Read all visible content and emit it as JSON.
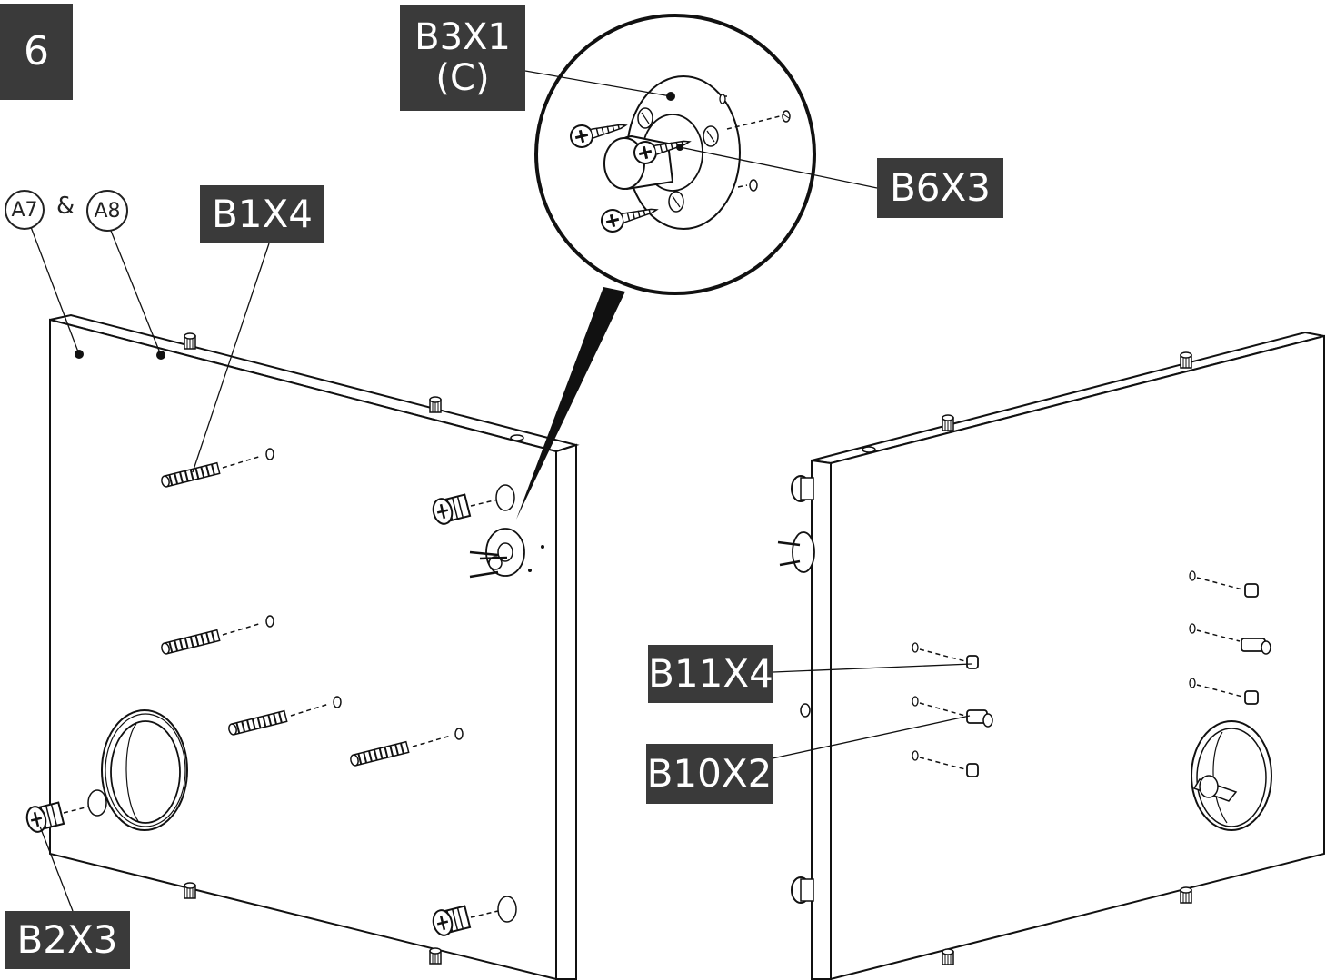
{
  "step": {
    "number": "6"
  },
  "part_refs": {
    "a7": "A7",
    "a8": "A8",
    "joiner": "&"
  },
  "callouts": {
    "b1": "B1X4",
    "b2": "B2X3",
    "b3_line1": "B3X1",
    "b3_line2": "(C)",
    "b6": "B6X3",
    "b10": "B10X2",
    "b11": "B11X4"
  },
  "colors": {
    "label_bg": "#3a3a3a",
    "label_text": "#ffffff",
    "line": "#111111",
    "panel_fill": "#ffffff"
  }
}
